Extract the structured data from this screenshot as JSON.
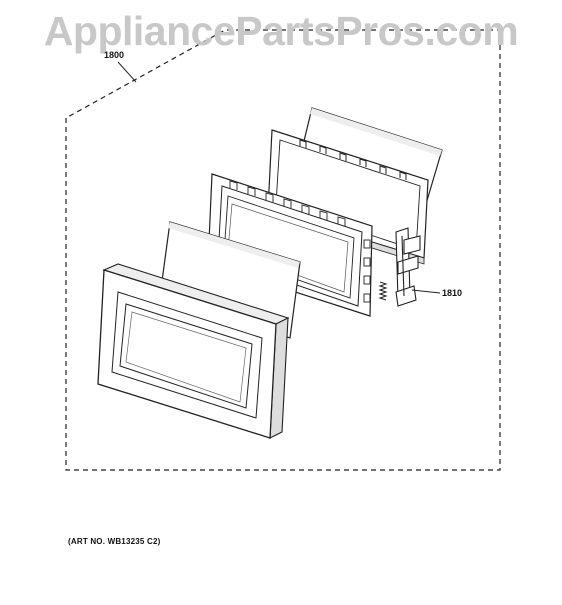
{
  "watermark": "AppliancePartsPros.com",
  "callouts": {
    "assembly": "1800",
    "latch": "1810"
  },
  "art_number": "(ART NO. WB13235 C2)",
  "colors": {
    "line": "#222222",
    "watermark": "#c8c8c8",
    "fill": "#ffffff",
    "shade": "#e6e6e6"
  }
}
